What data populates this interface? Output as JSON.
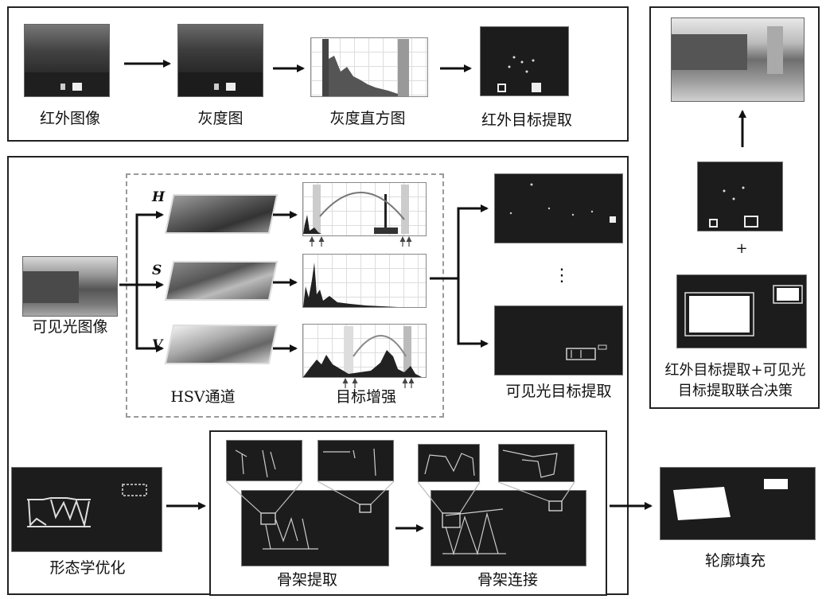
{
  "top_row": {
    "labels": [
      "红外图像",
      "灰度图",
      "灰度直方图",
      "红外目标提取"
    ]
  },
  "right_panel": {
    "plus": "+",
    "label_line1": "红外目标提取+可见光",
    "label_line2": "目标提取联合决策"
  },
  "middle": {
    "visible_image_label": "可见光图像",
    "channels": [
      "H",
      "S",
      "V"
    ],
    "hsv_label": "HSV通道",
    "enhance_label": "目标增强",
    "dots": "⋮",
    "visible_extract_label": "可见光目标提取"
  },
  "bottom": {
    "morph_label": "形态学优化",
    "skeleton_extract_label": "骨架提取",
    "skeleton_connect_label": "骨架连接",
    "contour_fill_label": "轮廓填充"
  }
}
